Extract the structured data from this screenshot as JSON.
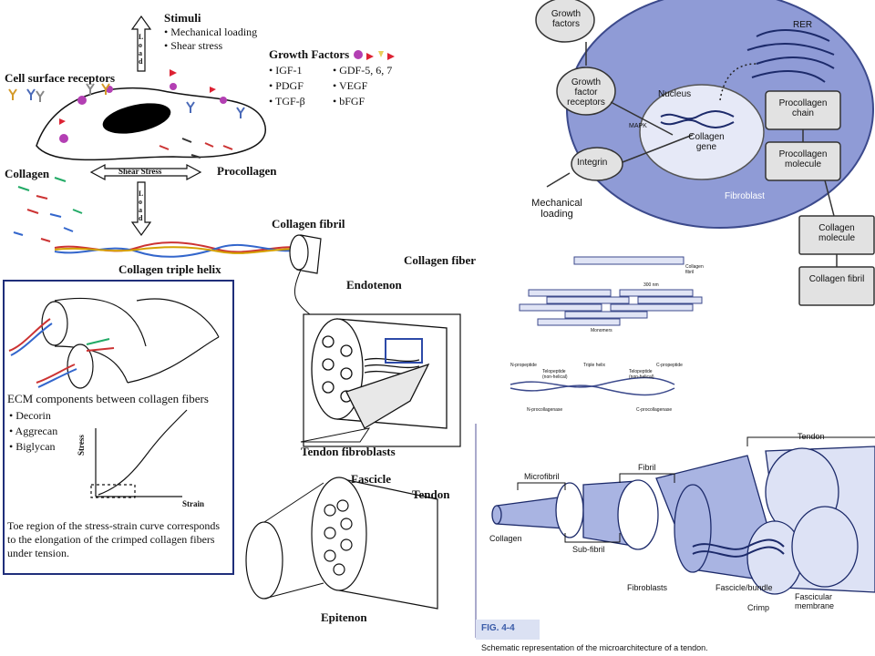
{
  "left": {
    "stimuli_title": "Stimuli",
    "stimuli_items": [
      "Mechanical loading",
      "Shear stress"
    ],
    "growth_factors_title": "Growth Factors",
    "growth_factors_col1": [
      "IGF-1",
      "PDGF",
      "TGF-β"
    ],
    "growth_factors_col2": [
      "GDF-5, 6, 7",
      "VEGF",
      "bFGF"
    ],
    "cell_surface_receptors": "Cell surface receptors",
    "load_top": "Load",
    "load_bottom": "Load",
    "shear_stress": "Shear Stress",
    "procollagen": "Procollagen",
    "collagen": "Collagen",
    "collagen_fibril": "Collagen fibril",
    "collagen_triple_helix": "Collagen triple helix",
    "collagen_fiber": "Collagen fiber",
    "endotenon": "Endotenon",
    "tendon_fibroblasts": "Tendon fibroblasts",
    "fascicle": "Fascicle",
    "tendon": "Tendon",
    "epitenon": "Epitenon",
    "ecm_title": "ECM components between collagen fibers",
    "ecm_items": [
      "Decorin",
      "Aggrecan",
      "Biglycan"
    ],
    "stress_label": "Stress",
    "strain_label": "Strain",
    "toe_caption": "Toe region of the stress-strain curve corresponds to the elongation of the crimped collagen fibers under tension."
  },
  "fibroblast": {
    "growth_factors": "Growth factors",
    "gf_receptors": "Growth factor receptors",
    "nucleus": "Nucleus",
    "collagen_gene": "Collagen gene",
    "mapk": "MAPK",
    "integrin": "Integrin",
    "mechanical_loading": "Mechanical loading",
    "rer": "RER",
    "procollagen_chain": "Procollagen chain",
    "procollagen_molecule": "Procollagen molecule",
    "fibroblast": "Fibroblast",
    "collagen_molecule": "Collagen molecule",
    "collagen_fibril": "Collagen fibril",
    "colors": {
      "cell_fill": "#8f9bd6",
      "nucleus_fill": "#e6e9f7",
      "box_fill": "#e2e2e2"
    }
  },
  "fibril_diagram": {
    "collagen_fibril": "Collagen fibril",
    "spacing_a": "300 nm",
    "monomers": "Monomers",
    "n_propeptide": "N-propeptide",
    "telopeptide_left": "Telopeptide (non-helical)",
    "triple_helix": "Triple helix",
    "telopeptide_right": "Telopeptide (non-helical)",
    "c_propeptide": "C-propeptide",
    "n_procollagenase": "N-procollagenase",
    "c_procollagenase": "C-procollagenase"
  },
  "tendon_fig": {
    "tendon": "Tendon",
    "fibril": "Fibril",
    "microfibril": "Microfibril",
    "collagen": "Collagen",
    "sub_fibril": "Sub-fibril",
    "fibroblasts": "Fibroblasts",
    "fascicle_bundle": "Fascicle/bundle",
    "crimp": "Crimp",
    "fascicular_membrane": "Fascicular membrane",
    "fig_label": "FIG. 4-4",
    "caption": "Schematic representation of the microarchitecture of a tendon.",
    "colors": {
      "fill": "#a9b4e2",
      "fig_label": "#3a5ba8"
    }
  }
}
